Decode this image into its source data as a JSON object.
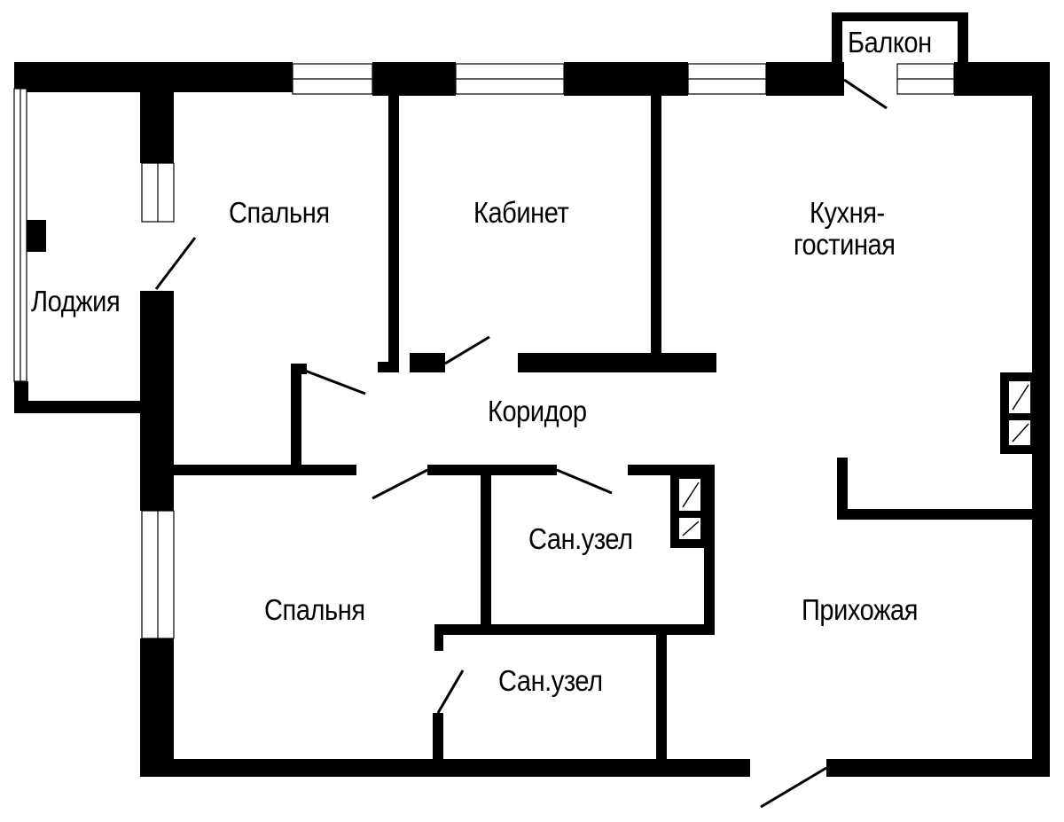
{
  "plan": {
    "wall_color": "#000000",
    "background_color": "#ffffff",
    "rooms": {
      "balcony": "Балкон",
      "bedroom_top": "Спальня",
      "study": "Кабинет",
      "kitchen_line1": "Кухня-",
      "kitchen_line2": "гостиная",
      "loggia": "Лоджия",
      "corridor": "Коридор",
      "bathroom_top": "Сан.узел",
      "bedroom_bottom": "Спальня",
      "hallway": "Прихожая",
      "bathroom_bottom": "Сан.узел"
    }
  }
}
